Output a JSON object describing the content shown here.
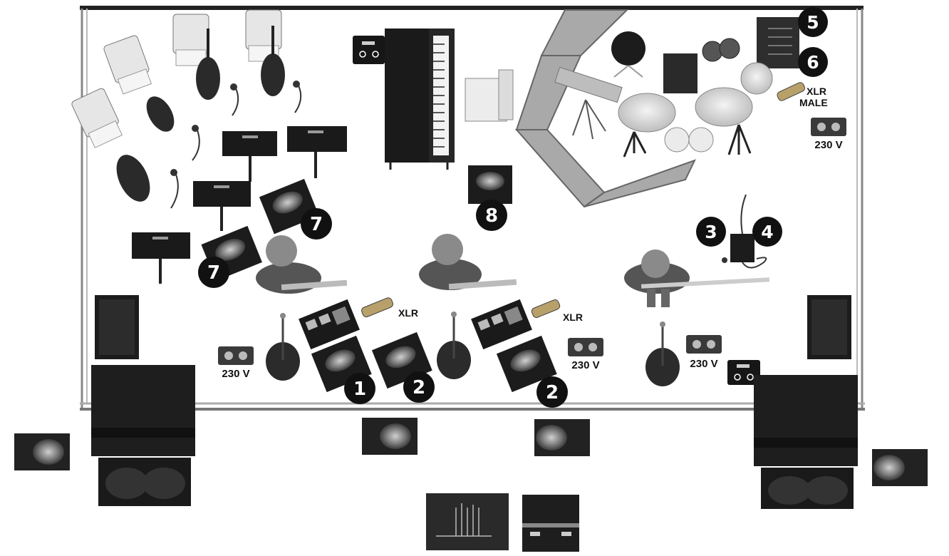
{
  "labels": {
    "power": "230 V",
    "xlr": "XLR",
    "xlr_male_line1": "XLR",
    "xlr_male_line2": "MALE"
  },
  "markers": [
    "1",
    "2",
    "2",
    "3",
    "4",
    "5",
    "6",
    "7",
    "7",
    "8"
  ],
  "power_outlets": [
    "230 V",
    "230 V",
    "230 V",
    "230 V"
  ],
  "colors": {
    "marker": "#111111",
    "equipment_dark": "#1c1c1c",
    "equipment_mid": "#4a4a4a",
    "stage_edge": "#888888",
    "shield": "#9a9a9a"
  }
}
